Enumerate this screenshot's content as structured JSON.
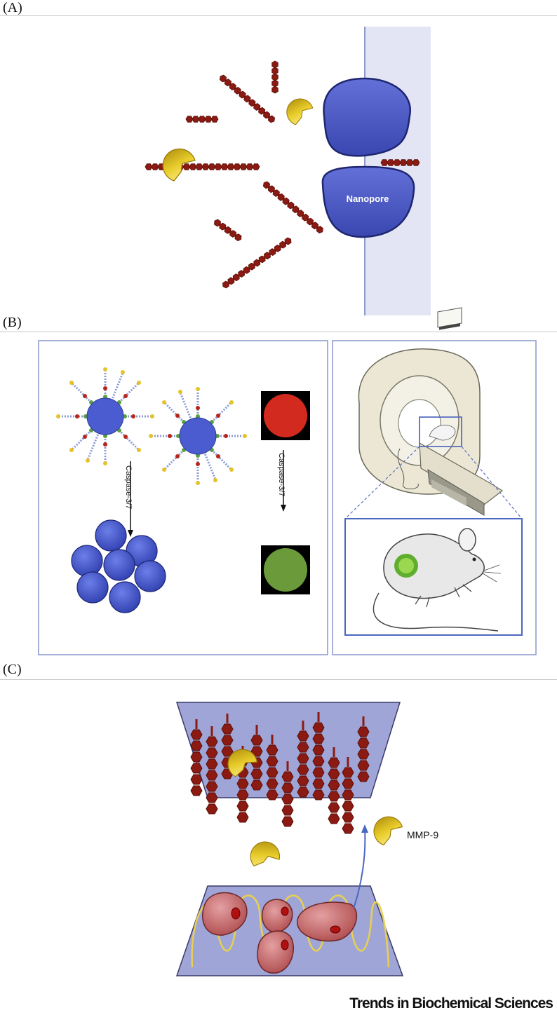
{
  "panels": {
    "a": {
      "label": "(A)",
      "nanopore_label": "Nanopore"
    },
    "b": {
      "label": "(B)",
      "arrow_label_left": "Caspase-3/7",
      "arrow_label_right": "Caspase-3/7"
    },
    "c": {
      "label": "(C)",
      "enzyme_label": "MMP-9"
    }
  },
  "footer": {
    "journal": "Trends in Biochemical Sciences"
  },
  "colors": {
    "peptide": "#8b1a12",
    "nanopore": "#4e5cc6",
    "membrane": "#e3e5f4",
    "enzyme": "#e8cc2a",
    "nanoparticle": "#4a5cd0",
    "fluor_red": "#d22a1e",
    "fluor_green": "#6a9a3a",
    "cell": "#c86a6a",
    "hydrogel": "#9fa5d6"
  },
  "icons": [
    "pacman-enzyme-icon",
    "peptide-chain-icon",
    "mri-scanner-icon",
    "mouse-icon",
    "cell-icon"
  ]
}
